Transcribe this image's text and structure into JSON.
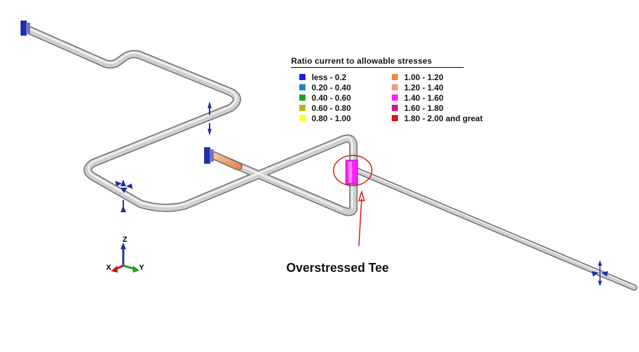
{
  "legend": {
    "title": "Ratio current to allowable stresses",
    "items": [
      {
        "label": "less - 0.2",
        "color": "#1a1ae6"
      },
      {
        "label": "0.20 - 0.40",
        "color": "#1a8ab8"
      },
      {
        "label": "0.40 - 0.60",
        "color": "#17a317"
      },
      {
        "label": "0.60 - 0.80",
        "color": "#b8b800"
      },
      {
        "label": "0.80 - 1.00",
        "color": "#ffff33"
      },
      {
        "label": "1.00 - 1.20",
        "color": "#f0884e"
      },
      {
        "label": "1.20 - 1.40",
        "color": "#f59a8a"
      },
      {
        "label": "1.40 - 1.60",
        "color": "#ff22ff"
      },
      {
        "label": "1.60 - 1.80",
        "color": "#e0108a"
      },
      {
        "label": "1.80 - 2.00 and great",
        "color": "#e01515"
      }
    ]
  },
  "callout": {
    "label": "Overstressed Tee",
    "color": "#e01515"
  },
  "axes": {
    "z": "Z",
    "x": "X",
    "y": "Y"
  },
  "colors": {
    "pipe": "#c8c8c8",
    "pipe_edge": "#6e6e6e",
    "anchor": "#1f2fa0",
    "tee": "#ff22ff",
    "stressed_segment": "#f0a070"
  }
}
